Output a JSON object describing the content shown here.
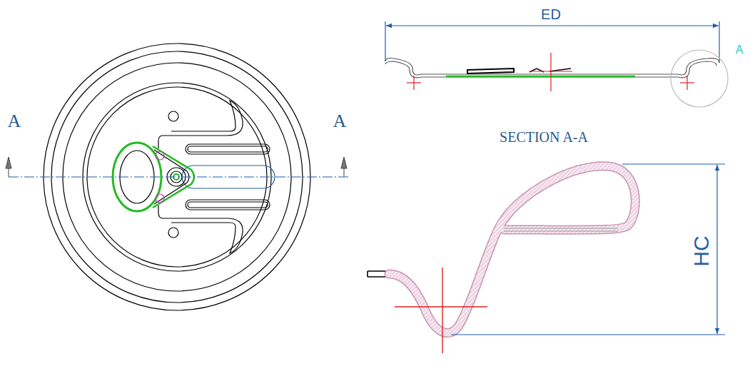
{
  "diagram": {
    "labels": [
      "A",
      "A",
      "ED",
      "A",
      "SECTION A-A",
      "HC"
    ]
  }
}
